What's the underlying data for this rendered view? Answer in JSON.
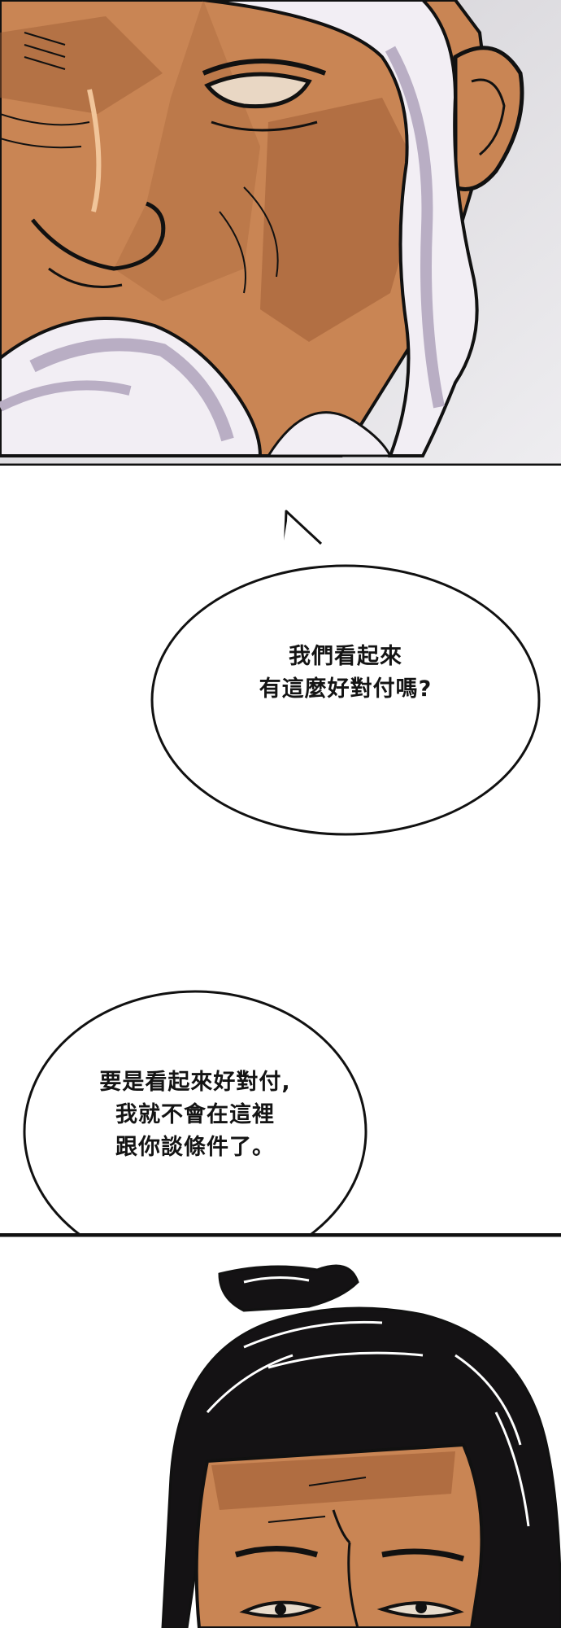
{
  "panels": [
    {
      "id": "elder-closeup",
      "description_icon": "elder-face-illustration"
    },
    {
      "id": "dialogue-space"
    },
    {
      "id": "warrior-closeup",
      "description_icon": "warrior-head-illustration"
    }
  ],
  "bubbles": {
    "elder_question": {
      "lines": [
        "我們看起來",
        "有這麼好對付嗎?"
      ]
    },
    "warrior_reply": {
      "lines": [
        "要是看起來好對付,",
        "我就不會在這裡",
        "跟你談條件了。"
      ]
    }
  },
  "colors": {
    "skin": "#c98554",
    "skin_shadow": "#9b5a32",
    "hair_white": "#f2eef4",
    "hair_shade": "#b9aec4",
    "hair_black": "#141214",
    "ink": "#111111",
    "bg_gray": "#d9d7db"
  }
}
